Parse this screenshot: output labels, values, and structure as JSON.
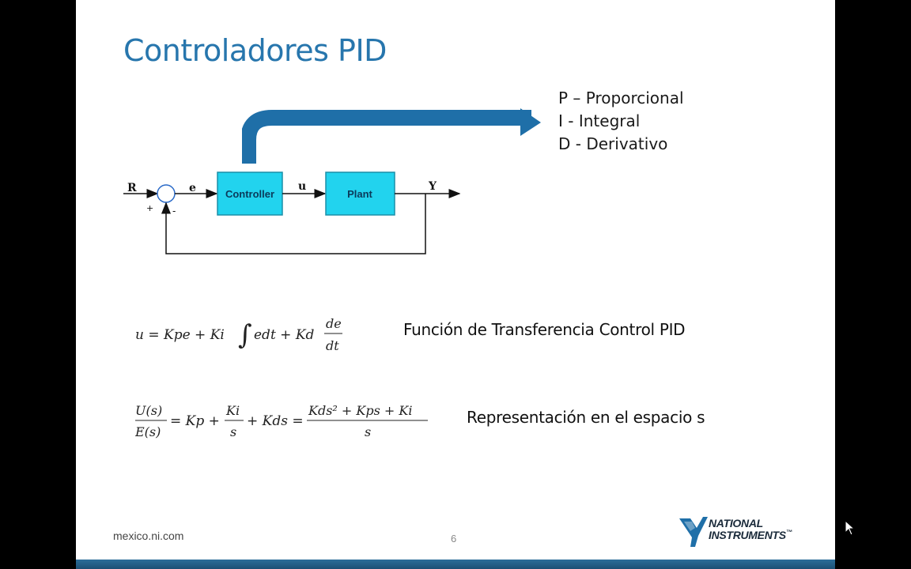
{
  "slide": {
    "title": "Controladores PID",
    "pid_terms": [
      {
        "letter": "P",
        "sep": " – ",
        "word": "Proporcional"
      },
      {
        "letter": "I",
        "sep": " - ",
        "word": "Integral"
      },
      {
        "letter": "D",
        "sep": " - ",
        "word": "Derivativo"
      }
    ],
    "diagram": {
      "input_label": "R",
      "error_label": "e",
      "plus_sign": "+",
      "minus_sign": "-",
      "controller_label": "Controller",
      "control_signal_label": "u",
      "plant_label": "Plant",
      "output_label": "Y",
      "block_color": "#22d3ee"
    },
    "formula_1": {
      "lhs": "u = Kpe + Ki",
      "integrand": "edt + Kd",
      "deriv_num": "de",
      "deriv_den": "dt"
    },
    "formula_2": {
      "lhs_num": "U(s)",
      "lhs_den": "E(s)",
      "mid_1": "= Kp +",
      "frac_num": "Ki",
      "frac_den": "s",
      "mid_2": "+ Kds =",
      "rhs_num": "Kds² + Kps + Ki",
      "rhs_den": "s"
    },
    "caption_1": "Función de Transferencia Control PID",
    "caption_2": "Representación en el espacio s",
    "footer_url": "mexico.ni.com",
    "page_number": "6",
    "logo_line_1": "NATIONAL",
    "logo_line_2": "INSTRUMENTS",
    "logo_mark": "™",
    "accent_color": "#2776ad",
    "arrow_color": "#1f6fa8"
  }
}
